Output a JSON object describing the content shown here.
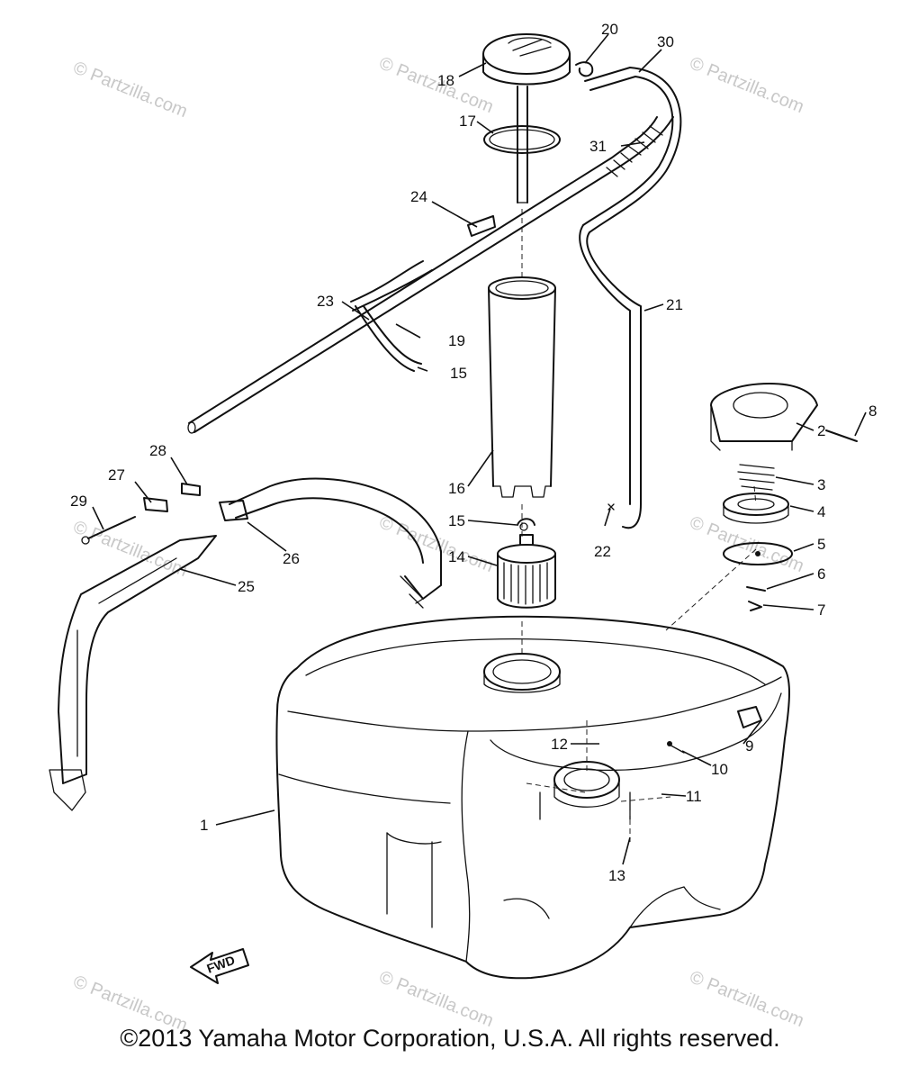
{
  "diagram": {
    "callouts": [
      "1",
      "2",
      "3",
      "4",
      "5",
      "6",
      "7",
      "8",
      "9",
      "10",
      "11",
      "12",
      "13",
      "14",
      "15",
      "15",
      "16",
      "17",
      "18",
      "19",
      "20",
      "21",
      "22",
      "23",
      "24",
      "25",
      "26",
      "27",
      "28",
      "29",
      "30",
      "31"
    ],
    "direction_label": "FWD",
    "watermark": "© Partzilla.com"
  },
  "copyright": "©2013 Yamaha Motor Corporation, U.S.A. All rights reserved."
}
